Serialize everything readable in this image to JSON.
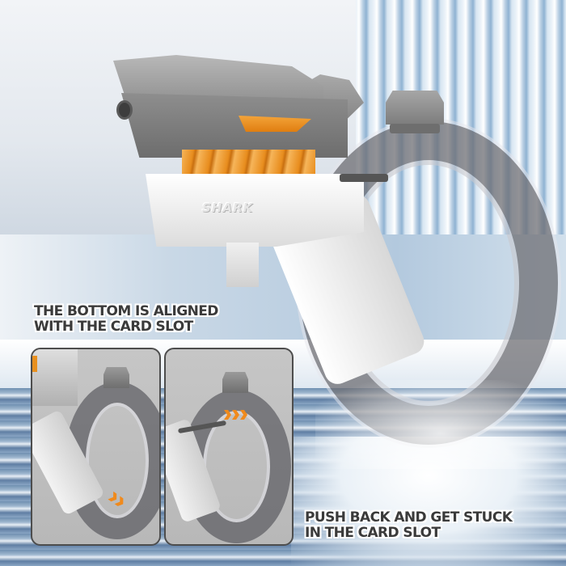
{
  "product": {
    "brand_label": "SHARK",
    "colors": {
      "accent_orange": "#e88d1e",
      "body_gray": "#8a8a8a",
      "body_white": "#f0f0f0",
      "tank_smoke": "#6e6e73",
      "caption_text": "#3a3a3a",
      "caption_outline": "#ffffff",
      "inset_border": "#4d4d4d"
    }
  },
  "captions": {
    "top": {
      "line1": "THE BOTTOM IS ALIGNED",
      "line2": "WITH THE CARD SLOT"
    },
    "bottom": {
      "line1": "PUSH BACK AND GET STUCK",
      "line2": "IN THE CARD SLOT"
    }
  },
  "insets": [
    {
      "id": "step-align",
      "arrow_count": 2,
      "arrow_direction": "down-right"
    },
    {
      "id": "step-push",
      "arrow_count": 3,
      "arrow_direction": "right"
    }
  ],
  "icons": {
    "arrow": "chevron-right-icon"
  }
}
